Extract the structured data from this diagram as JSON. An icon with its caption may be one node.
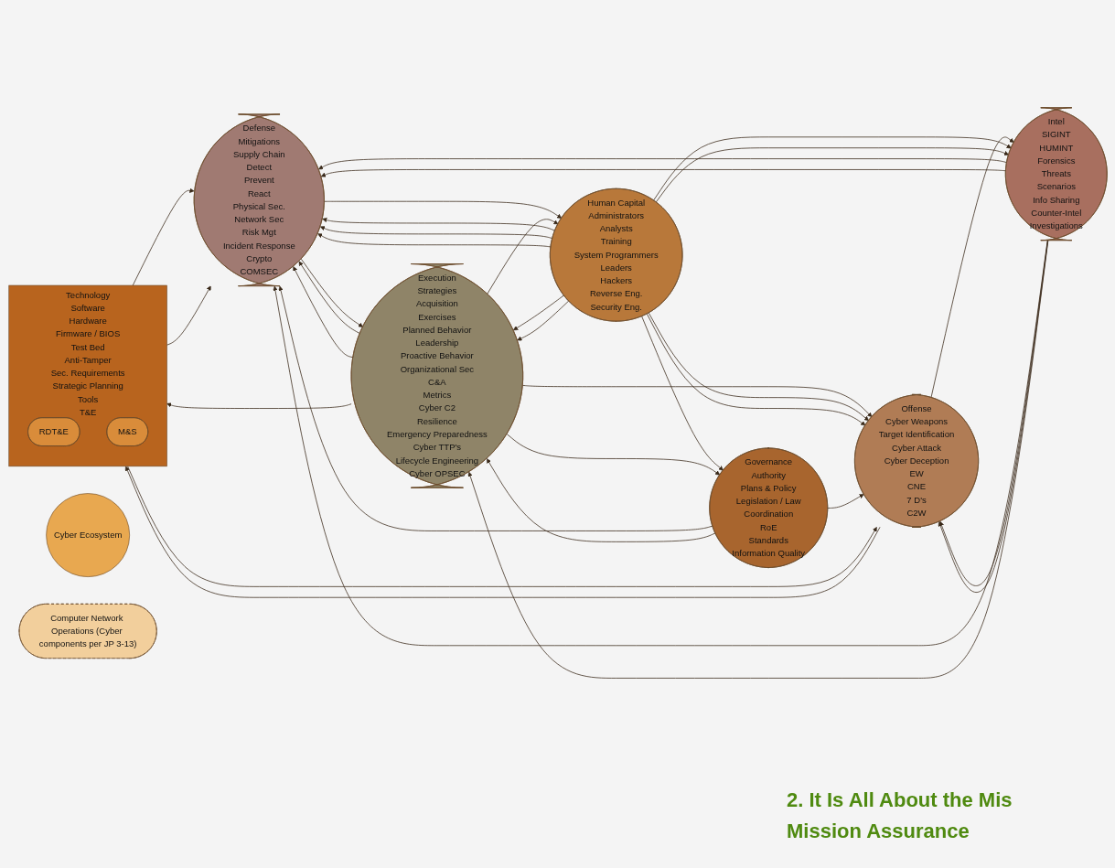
{
  "diagram": {
    "nodes": [
      {
        "text": [
          "Cyber Ecosystem"
        ]
      },
      {
        "text": [
          "Intel",
          "SIGINT",
          "HUMINT",
          "Forensics",
          "Threats",
          "Scenarios",
          "Info Sharing",
          "Counter-Intel",
          "Investigations"
        ]
      },
      {
        "text": [
          "Defense",
          "Mitigations",
          "Supply Chain",
          "Detect",
          "Prevent",
          "React",
          "Physical Sec.",
          "Network Sec",
          "Risk Mgt",
          "Incident Response",
          "Crypto",
          "COMSEC"
        ]
      },
      {
        "text": [
          "Computer Network Operations (Cyber components per JP 3-13)"
        ]
      },
      {
        "text": [
          "Offense",
          "Cyber Weapons",
          "Target Identification",
          "Cyber Attack",
          "Cyber Deception",
          "EW",
          "CNE",
          "7 D's",
          "C2W"
        ]
      },
      {
        "text": [
          "Technology",
          "Software",
          "Hardware",
          "Firmware / BIOS",
          "Test Bed",
          "Anti-Tamper",
          "Sec. Requirements",
          "Strategic Planning",
          "Tools",
          "T&E"
        ]
      },
      {
        "text": [
          "RDT&E"
        ],
        "in": 5
      },
      {
        "text": [
          "M&S"
        ],
        "in": 5
      },
      {
        "text": [
          "Governance",
          "Authority",
          "Plans & Policy",
          "Legislation / Law",
          "Coordination",
          "RoE",
          "Standards",
          "Information Quality"
        ]
      },
      {
        "text": [
          "Human Capital",
          "Administrators",
          "Analysts",
          "Training",
          "System Programmers",
          "Leaders",
          "Hackers",
          "Reverse Eng.",
          "Security Eng."
        ]
      },
      {
        "text": [
          "Execution",
          "Strategies",
          "Acquisition",
          "Exercises",
          "Planned Behavior",
          "Leadership",
          "Proactive Behavior",
          "Organizational Sec",
          "C&A",
          "Metrics",
          "Cyber C2",
          "Resilience",
          "Emergency Preparedness",
          "Cyber TTP's",
          "Lifecycle Engineering",
          "Cyber OPSEC"
        ]
      }
    ],
    "edges": [
      {
        "from": 1,
        "to": 2,
        "arrow": "to"
      },
      {
        "from": 1,
        "to": 2,
        "arrow": "to"
      },
      {
        "from": 1,
        "to": 2,
        "arrow": "to"
      },
      {
        "from": 1,
        "to": 4,
        "arrow": "to"
      },
      {
        "from": 1,
        "to": 4,
        "arrow": "to"
      },
      {
        "from": 4,
        "to": 1,
        "arrow": "to"
      },
      {
        "from": 9,
        "to": 1,
        "arrow": "to"
      },
      {
        "from": 9,
        "to": 1,
        "arrow": "to"
      },
      {
        "from": 9,
        "to": 2,
        "arrow": "to"
      },
      {
        "from": 9,
        "to": 2,
        "arrow": "to"
      },
      {
        "from": 9,
        "to": 2,
        "arrow": "to"
      },
      {
        "from": 5,
        "to": 2,
        "arrow": "to"
      },
      {
        "from": 5,
        "to": 2,
        "arrow": "to"
      },
      {
        "from": 10,
        "to": 2,
        "arrow": "to"
      },
      {
        "from": 10,
        "to": 2,
        "arrow": "to"
      },
      {
        "from": 8,
        "to": 2,
        "arrow": "to"
      },
      {
        "from": 4,
        "to": 5,
        "arrow": "to"
      },
      {
        "from": 10,
        "to": 5,
        "arrow": "to"
      },
      {
        "from": 5,
        "to": 4,
        "arrow": "to"
      },
      {
        "from": 10,
        "to": 4,
        "arrow": "to"
      },
      {
        "from": 9,
        "to": 4,
        "arrow": "to"
      },
      {
        "from": 9,
        "to": 4,
        "arrow": "to"
      },
      {
        "from": 8,
        "to": 4,
        "arrow": "to"
      },
      {
        "from": 2,
        "to": 10,
        "arrow": "to"
      },
      {
        "from": 1,
        "to": 10,
        "arrow": "to"
      },
      {
        "from": 9,
        "to": 8,
        "arrow": "to"
      },
      {
        "from": 10,
        "to": 8,
        "arrow": "to"
      },
      {
        "from": 8,
        "to": 10,
        "arrow": "to"
      },
      {
        "from": 9,
        "to": 10,
        "arrow": "to"
      },
      {
        "from": 9,
        "to": 10,
        "arrow": "to"
      },
      {
        "from": 2,
        "to": 9,
        "arrow": "to"
      },
      {
        "from": 10,
        "to": 9,
        "arrow": "to"
      }
    ],
    "labels": [
      "2. It Is All About the Mis",
      "Mission Assurance"
    ]
  }
}
